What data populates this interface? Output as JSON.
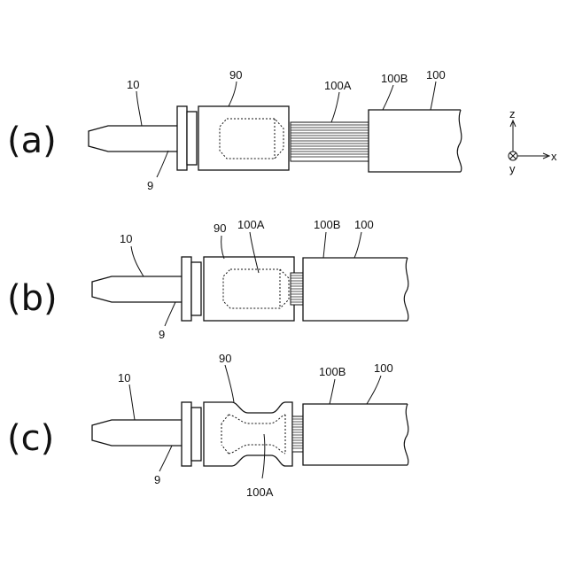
{
  "panels": [
    {
      "label": "(a)",
      "numerals": {
        "n10": "10",
        "n90": "90",
        "n100A": "100A",
        "n100B": "100B",
        "n100": "100",
        "n9": "9"
      }
    },
    {
      "label": "(b)",
      "numerals": {
        "n10": "10",
        "n90": "90",
        "n100A": "100A",
        "n100B": "100B",
        "n100": "100",
        "n9": "9"
      }
    },
    {
      "label": "(c)",
      "numerals": {
        "n10": "10",
        "n90": "90",
        "n100A": "100A",
        "n100B": "100B",
        "n100": "100",
        "n9": "9"
      }
    }
  ],
  "axes": {
    "z": "z",
    "x": "x",
    "y": "y"
  }
}
